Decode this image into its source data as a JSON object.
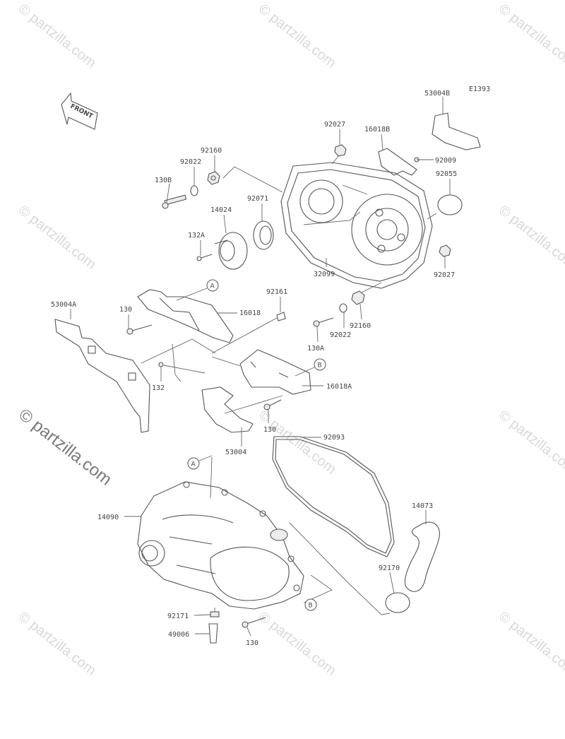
{
  "watermark": "© partzilla.com",
  "diagram_code": "E1393",
  "front_arrow_label": "FRONT",
  "callouts": {
    "a": "A",
    "b": "B"
  },
  "parts": {
    "p53004B": "53004B",
    "p92027_top": "92027",
    "p16018B": "16018B",
    "p92009": "92009",
    "p92160_top": "92160",
    "p92022_top": "92022",
    "p130B": "130B",
    "p92055": "92055",
    "p92071": "92071",
    "p14024": "14024",
    "p132A": "132A",
    "p32099": "32099",
    "p92027_bot": "92027",
    "p53004A": "53004A",
    "p130_a": "130",
    "p16018": "16018",
    "p92161": "92161",
    "p92160_bot": "92160",
    "p92022_bot": "92022",
    "p130A": "130A",
    "p132": "132",
    "p16018A": "16018A",
    "p130_b": "130",
    "p53004": "53004",
    "p92093": "92093",
    "p14090": "14090",
    "p14073": "14073",
    "p92170": "92170",
    "p92171": "92171",
    "p49006": "49006",
    "p130_c": "130"
  }
}
